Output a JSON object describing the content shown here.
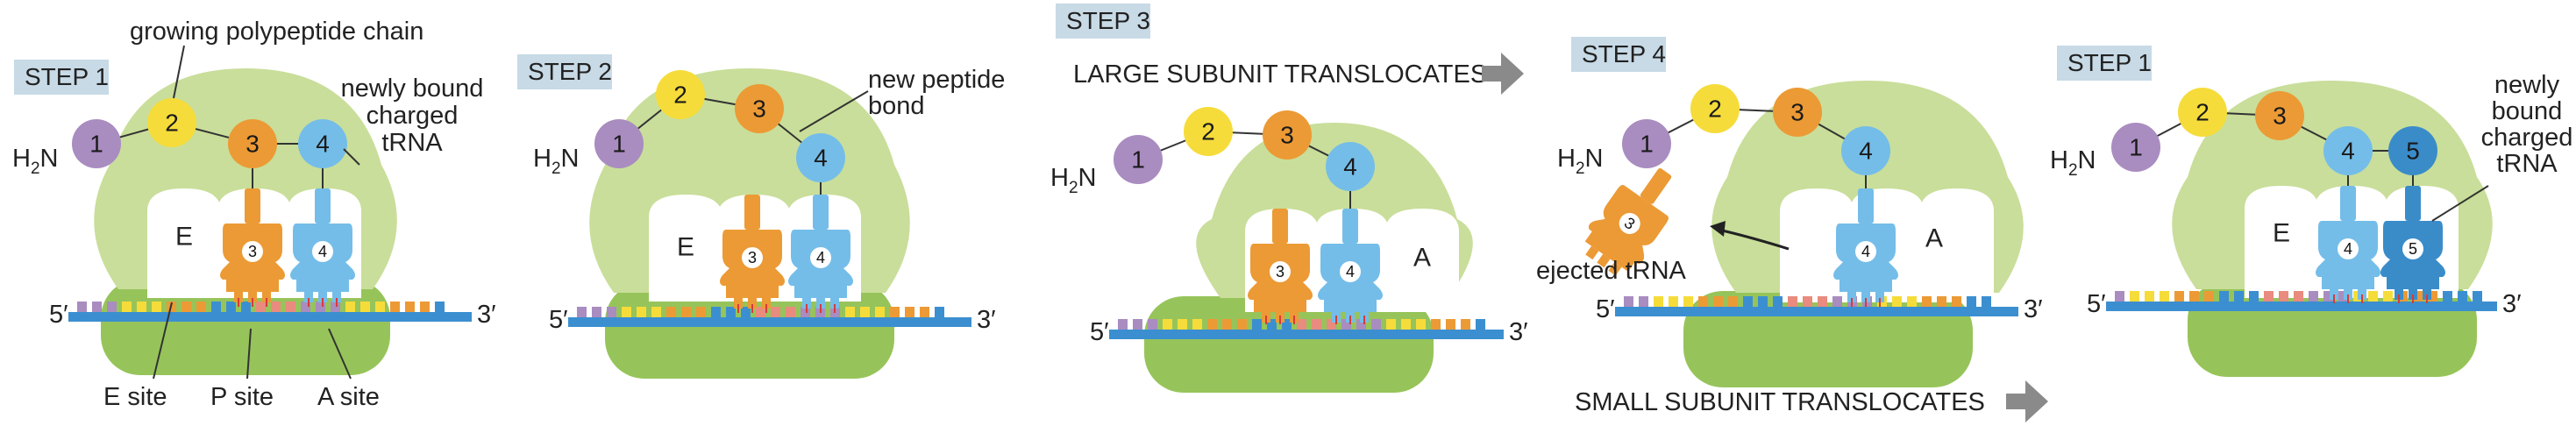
{
  "colors": {
    "large_subunit": "#c9de9a",
    "small_subunit": "#96c45a",
    "mrna": "#3b8fd0",
    "aa1": "#a98cc0",
    "aa2": "#f6dc3a",
    "aa3": "#ec9a35",
    "aa4": "#74bde9",
    "aa5": "#3a8cc9",
    "step_badge": "#c7dae6",
    "arrow": "#8a8a8a"
  },
  "codon_colors": [
    "#a98cc0",
    "#f6dc3a",
    "#ec9a35",
    "#3b8fd0",
    "#e98b7e"
  ],
  "panels": [
    {
      "step": "STEP 1",
      "aa": [
        "1",
        "2",
        "3",
        "4"
      ],
      "trna": [
        "3",
        "4"
      ],
      "sites": {
        "e": "E"
      },
      "labels": {
        "chain": "growing polypeptide chain",
        "newly_bound": [
          "newly bound",
          "charged",
          "tRNA"
        ],
        "e_site": "E site",
        "p_site": "P site",
        "a_site": "A site"
      }
    },
    {
      "step": "STEP 2",
      "aa": [
        "1",
        "2",
        "3",
        "4"
      ],
      "trna": [
        "3",
        "4"
      ],
      "sites": {
        "e": "E"
      },
      "labels": {
        "peptide_bond": [
          "new peptide",
          "bond"
        ]
      }
    },
    {
      "step": "STEP 3",
      "aa": [
        "1",
        "2",
        "3",
        "4"
      ],
      "trna": [
        "3",
        "4"
      ],
      "sites": {
        "a": "A"
      },
      "labels": {
        "large_translocates": "LARGE SUBUNIT TRANSLOCATES"
      }
    },
    {
      "step": "STEP 4",
      "aa": [
        "1",
        "2",
        "3",
        "4"
      ],
      "trna": [
        "3",
        "4"
      ],
      "sites": {
        "a": "A"
      },
      "labels": {
        "ejected": "ejected tRNA",
        "small_translocates": "SMALL SUBUNIT TRANSLOCATES"
      }
    },
    {
      "step": "STEP 1",
      "aa": [
        "1",
        "2",
        "3",
        "4",
        "5"
      ],
      "trna": [
        "4",
        "5"
      ],
      "sites": {
        "e": "E"
      },
      "labels": {
        "newly_bound": [
          "newly",
          "bound",
          "charged",
          "tRNA"
        ]
      }
    }
  ],
  "h2n": {
    "main": "H",
    "sub": "2",
    "tail": "N"
  },
  "five_prime": "5′",
  "three_prime": "3′"
}
